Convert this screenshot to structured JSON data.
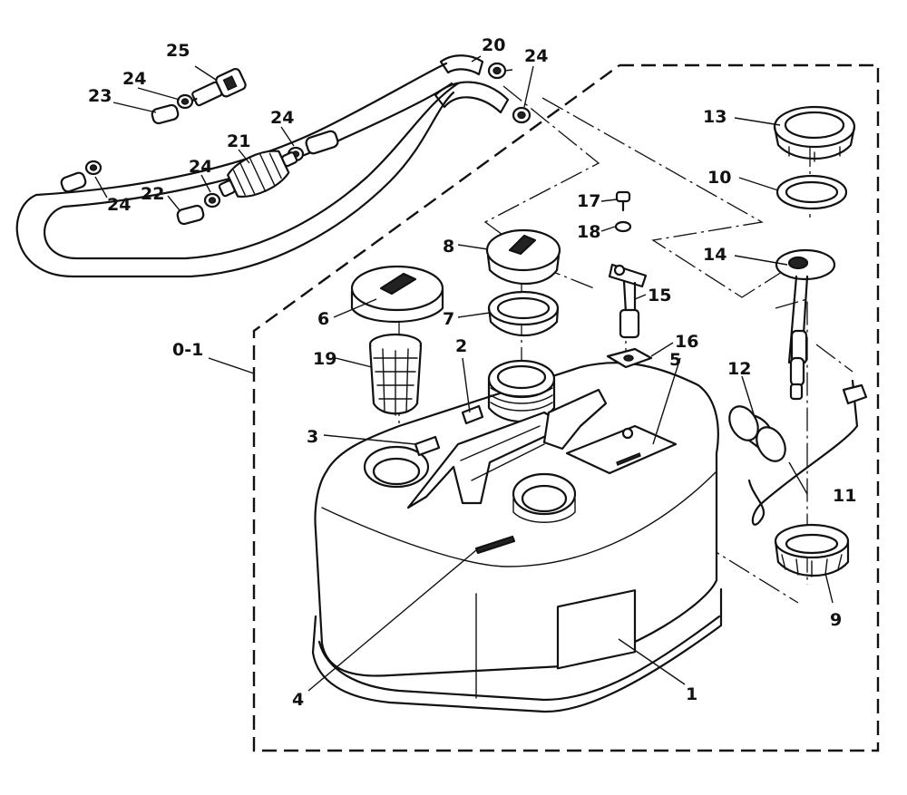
{
  "labels": {
    "l1": "1",
    "l2": "2",
    "l3": "3",
    "l4": "4",
    "l5": "5",
    "l6": "6",
    "l7": "7",
    "l8": "8",
    "l9": "9",
    "l10": "10",
    "l11": "11",
    "l12": "12",
    "l13": "13",
    "l14": "14",
    "l15": "15",
    "l16": "16",
    "l17": "17",
    "l18": "18",
    "l19": "19",
    "l20": "20",
    "l21": "21",
    "l22": "22",
    "l23": "23",
    "l24": "24",
    "l25": "25",
    "l01": "0-1"
  }
}
